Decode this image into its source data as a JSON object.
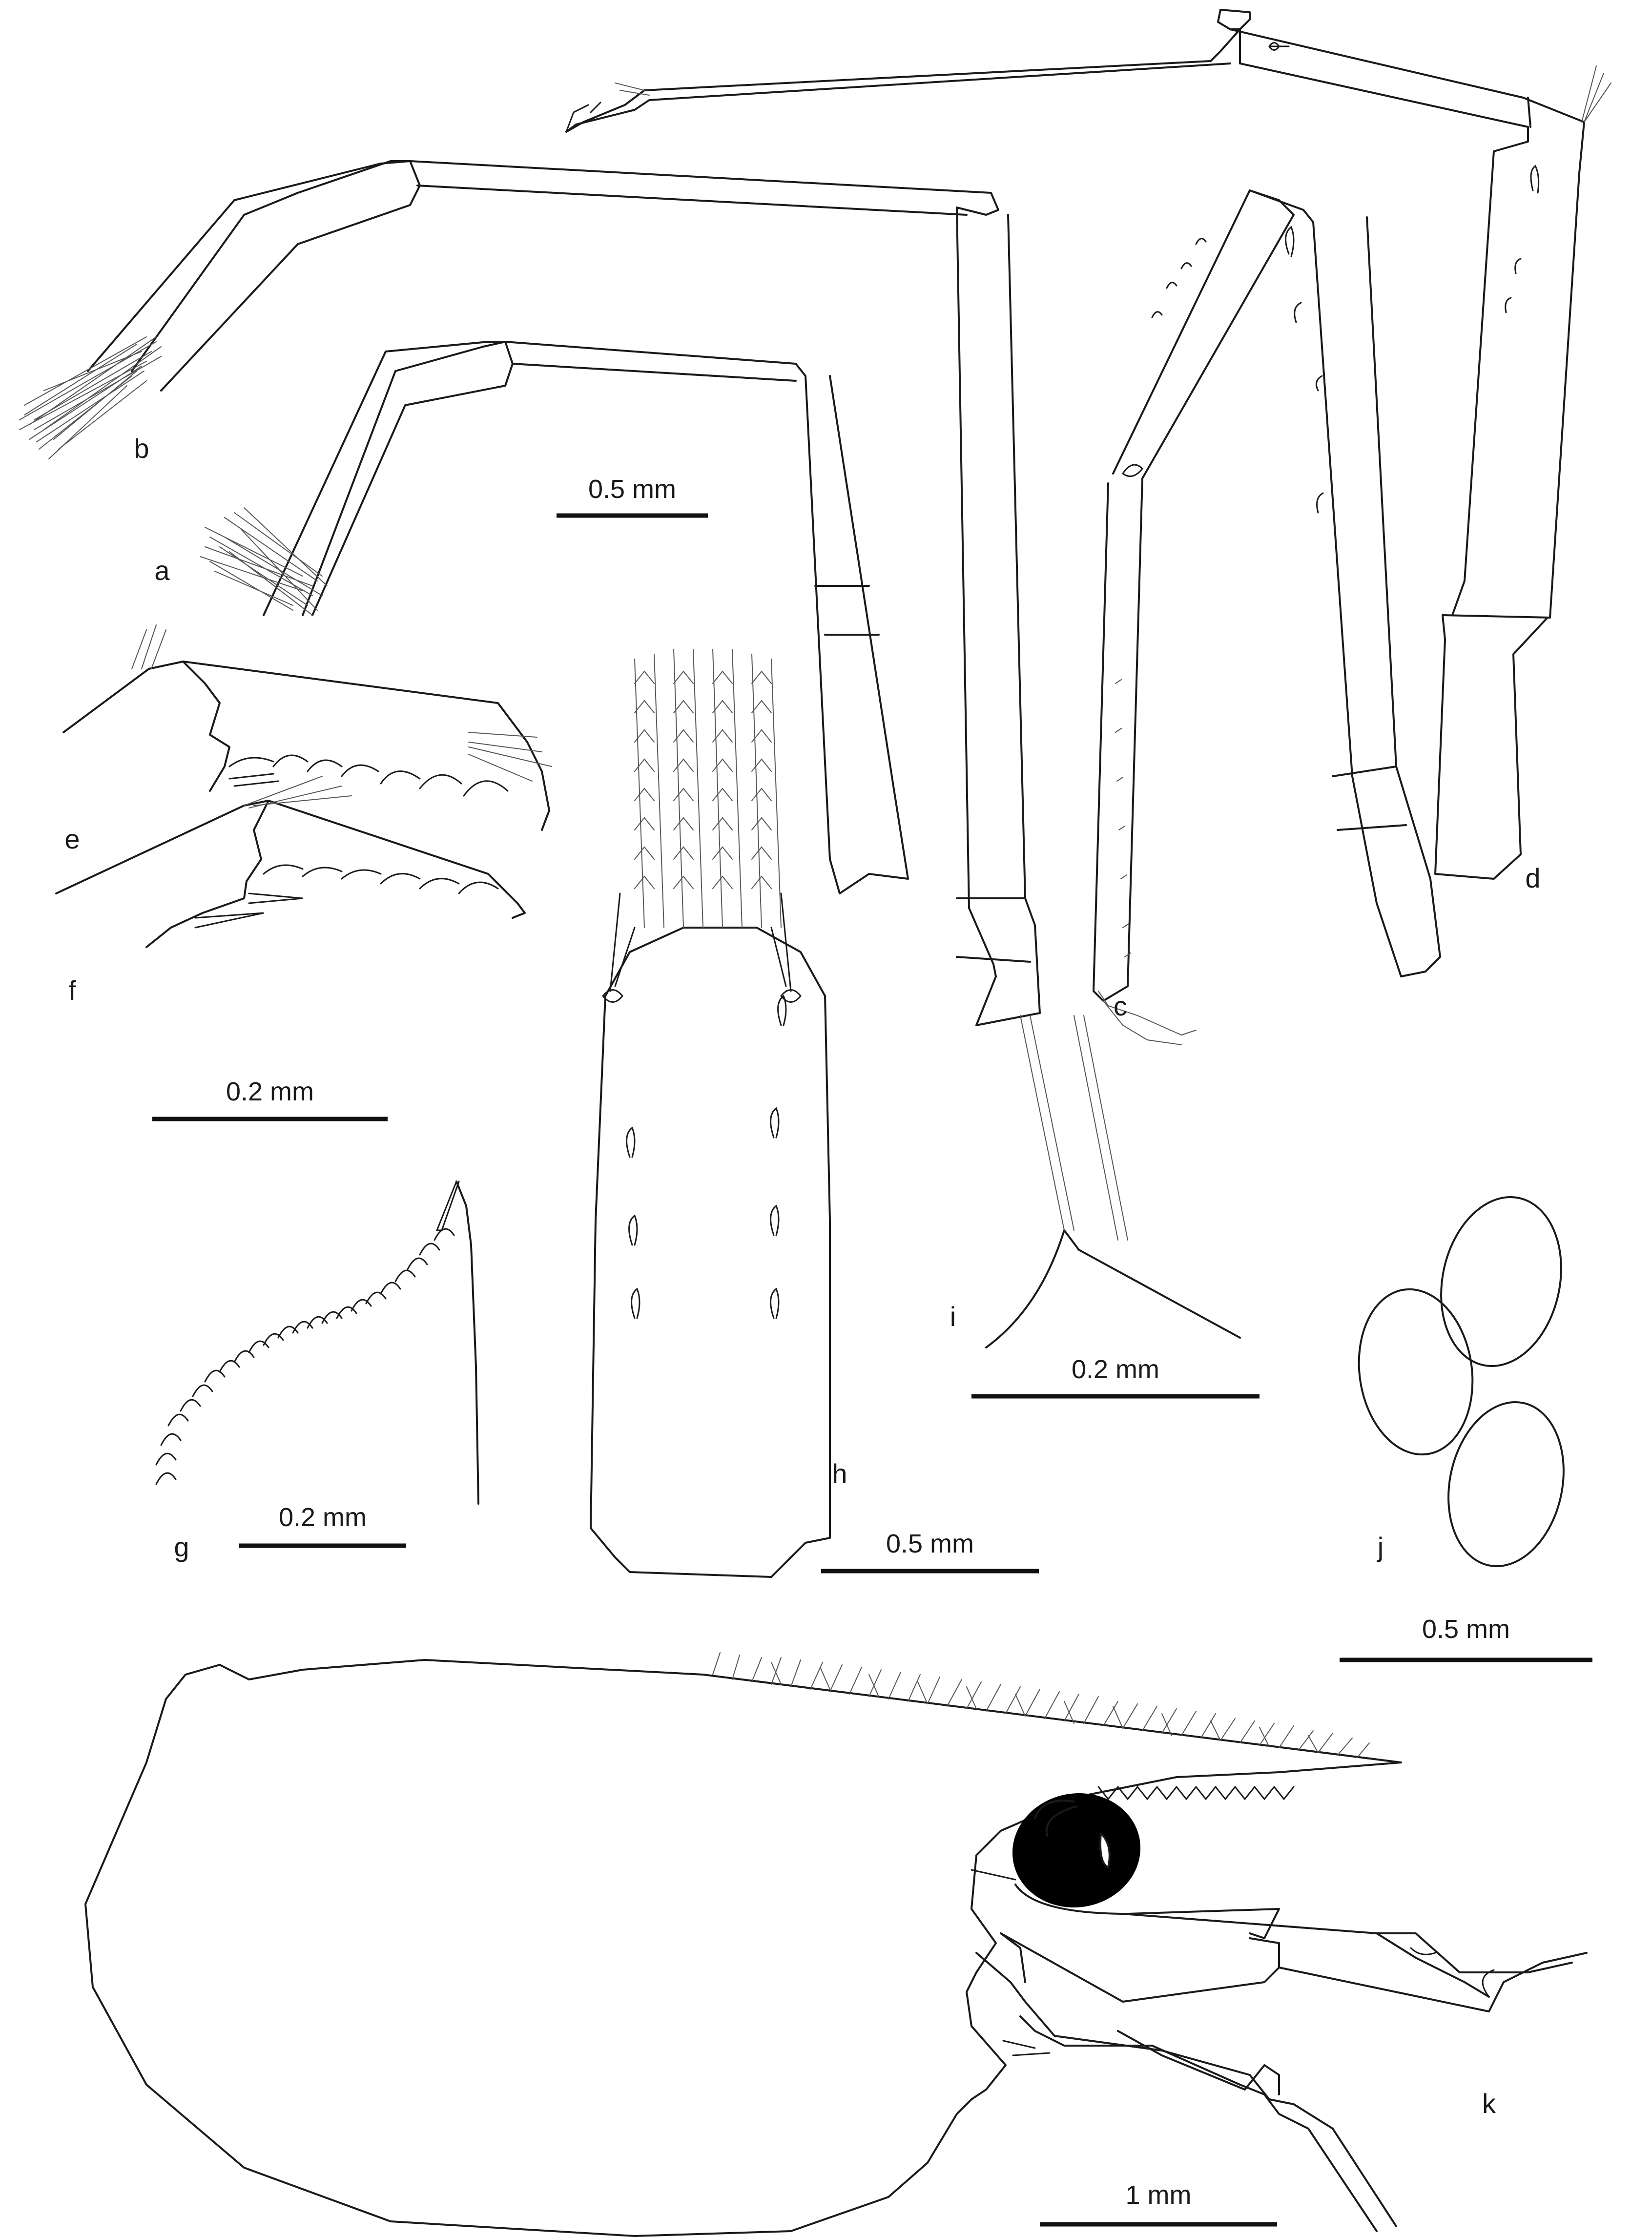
{
  "panels": [
    "a",
    "b",
    "c",
    "d",
    "e",
    "f",
    "g",
    "h",
    "i",
    "j",
    "k"
  ],
  "scale_bars": [
    "0.5 mm",
    "0.2 mm",
    "0.2 mm",
    "0.5 mm",
    "0.2 mm",
    "0.5 mm",
    "1 mm"
  ]
}
